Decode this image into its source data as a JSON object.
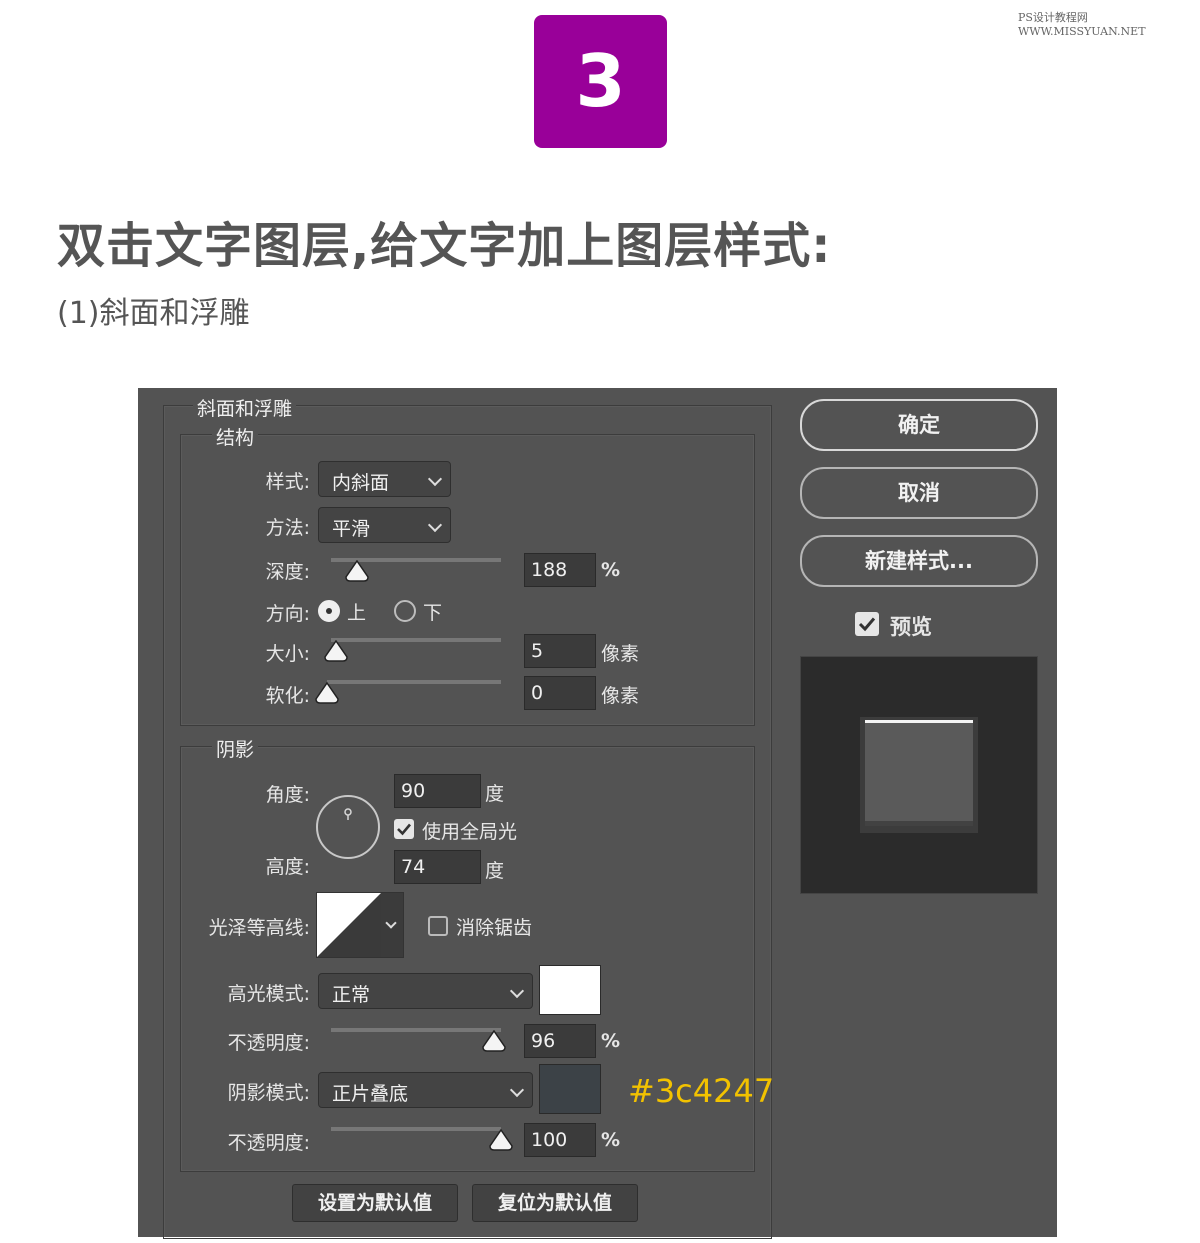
{
  "watermark": "PS设计教程网 WWW.MISSYUAN.NET",
  "step_number": "3",
  "headline": "双击文字图层,给文字加上图层样式:",
  "subheadline": "(1)斜面和浮雕",
  "dialog": {
    "section_title": "斜面和浮雕",
    "structure": {
      "legend": "结构",
      "style_label": "样式:",
      "style_value": "内斜面",
      "technique_label": "方法:",
      "technique_value": "平滑",
      "depth_label": "深度:",
      "depth_value": "188",
      "depth_unit": "%",
      "depth_level": 0.15,
      "direction_label": "方向:",
      "direction_up": "上",
      "direction_down": "下",
      "direction_selected": "上",
      "size_label": "大小:",
      "size_value": "5",
      "size_unit": "像素",
      "size_level": 0.03,
      "soften_label": "软化:",
      "soften_value": "0",
      "soften_unit": "像素",
      "soften_level": 0.0
    },
    "shading": {
      "legend": "阴影",
      "angle_label": "角度:",
      "angle_value": "90",
      "angle_unit": "度",
      "global_light_label": "使用全局光",
      "global_light_checked": true,
      "altitude_label": "高度:",
      "altitude_value": "74",
      "altitude_unit": "度",
      "gloss_contour_label": "光泽等高线:",
      "anti_aliased_label": "消除锯齿",
      "anti_aliased_checked": false,
      "highlight_mode_label": "高光模式:",
      "highlight_mode_value": "正常",
      "highlight_color": "#ffffff",
      "highlight_opacity_label": "不透明度:",
      "highlight_opacity_value": "96",
      "highlight_opacity_unit": "%",
      "highlight_opacity_level": 0.96,
      "shadow_mode_label": "阴影模式:",
      "shadow_mode_value": "正片叠底",
      "shadow_color": "#3c4247",
      "shadow_color_annotation": "#3c4247",
      "shadow_opacity_label": "不透明度:",
      "shadow_opacity_value": "100",
      "shadow_opacity_unit": "%",
      "shadow_opacity_level": 1.0
    },
    "make_default_button": "设置为默认值",
    "reset_default_button": "复位为默认值",
    "ok_button": "确定",
    "cancel_button": "取消",
    "new_style_button": "新建样式...",
    "preview_label": "预览",
    "preview_checked": true
  },
  "colors": {
    "badge": "#990099",
    "dialog_bg": "#535353",
    "annotation": "#f2c200"
  }
}
